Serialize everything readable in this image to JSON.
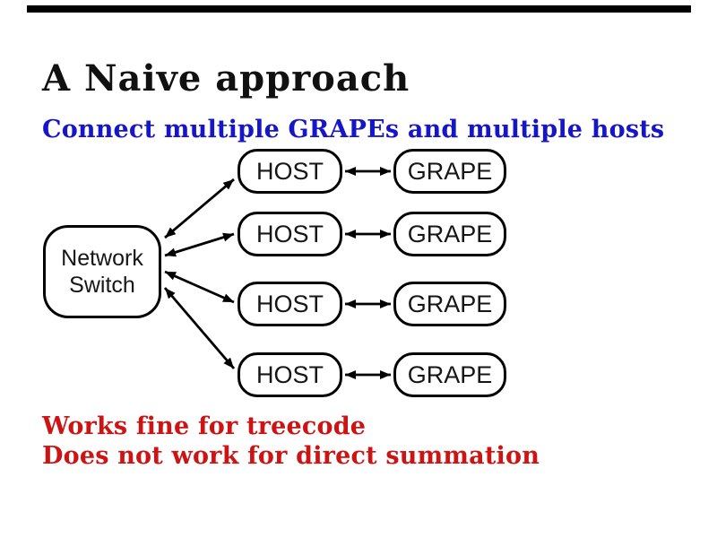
{
  "slide": {
    "title": "A Naive approach",
    "subtitle": "Connect multiple GRAPEs and multiple hosts",
    "footer": {
      "line1": "Works fine for treecode",
      "line2": "Does not work for direct summation"
    },
    "colors": {
      "title": "#111111",
      "subtitle": "#1616c8",
      "footer": "#cc1414",
      "diagram_lines": "#000000",
      "background": "#ffffff"
    },
    "diagram": {
      "switch": {
        "line1": "Network",
        "line2": "Switch"
      },
      "rows": [
        {
          "host": "HOST",
          "grape": "GRAPE"
        },
        {
          "host": "HOST",
          "grape": "GRAPE"
        },
        {
          "host": "HOST",
          "grape": "GRAPE"
        },
        {
          "host": "HOST",
          "grape": "GRAPE"
        }
      ]
    }
  }
}
